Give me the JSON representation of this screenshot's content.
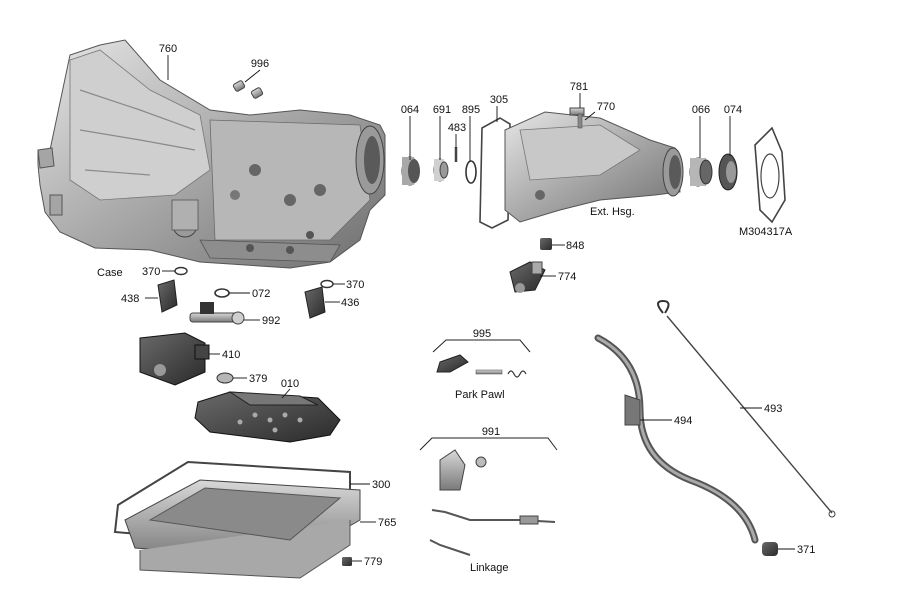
{
  "diagram": {
    "code": "M304317A",
    "captions": {
      "case": "Case",
      "ext_hsg": "Ext. Hsg.",
      "park_pawl": "Park Pawl",
      "linkage": "Linkage"
    },
    "callouts": {
      "c760": "760",
      "c996": "996",
      "c064": "064",
      "c691": "691",
      "c483": "483",
      "c895": "895",
      "c305": "305",
      "c781": "781",
      "c770": "770",
      "c066": "066",
      "c074": "074",
      "c848": "848",
      "c774": "774",
      "c370a": "370",
      "c370b": "370",
      "c438": "438",
      "c072": "072",
      "c436": "436",
      "c992": "992",
      "c410": "410",
      "c379": "379",
      "c010": "010",
      "c995": "995",
      "c991": "991",
      "c494": "494",
      "c493": "493",
      "c300": "300",
      "c765": "765",
      "c779": "779",
      "c371": "371"
    }
  }
}
